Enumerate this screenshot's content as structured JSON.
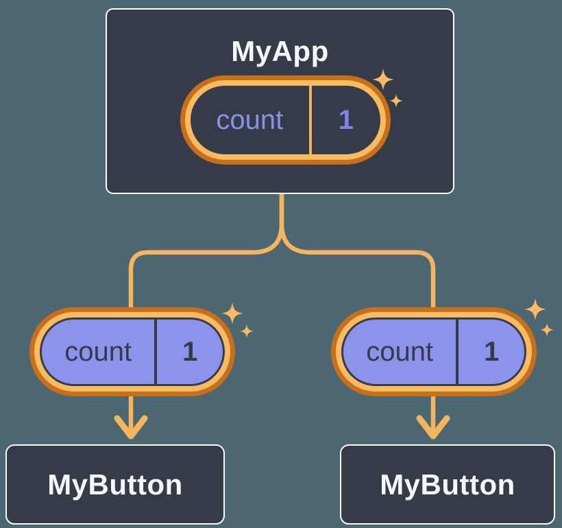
{
  "diagram": {
    "root": {
      "title": "MyApp",
      "state": {
        "label": "count",
        "value": "1"
      }
    },
    "children": [
      {
        "title": "MyButton",
        "state": {
          "label": "count",
          "value": "1"
        }
      },
      {
        "title": "MyButton",
        "state": {
          "label": "count",
          "value": "1"
        }
      }
    ]
  },
  "colors": {
    "background": "#4c6771",
    "card": "#353b48",
    "card_border": "#ffffff",
    "title": "#f6f7f9",
    "orange_dark": "#c76f1a",
    "orange_light": "#f9bb62",
    "line": "#f5b55e",
    "sparkle": "#f8bb63",
    "purple": "#8b93ea",
    "purple_text": "#8a92e8",
    "purple_value": "#7d86e5",
    "ink": "#353b48"
  }
}
